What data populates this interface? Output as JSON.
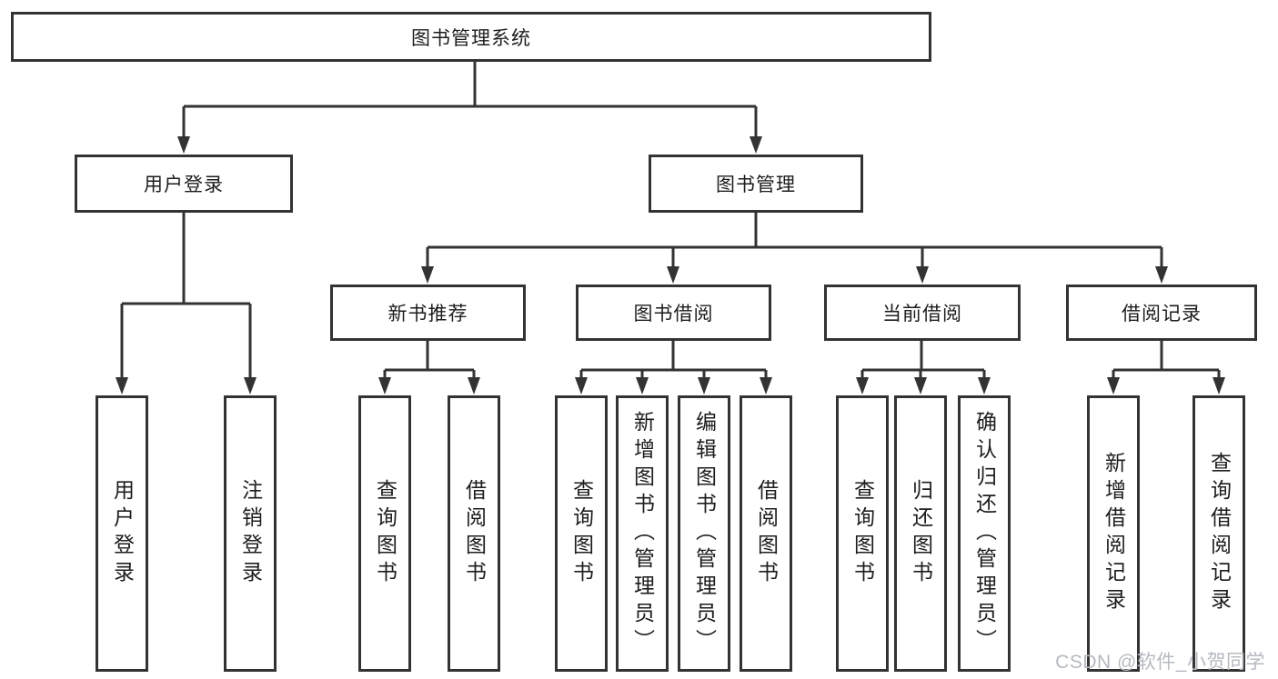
{
  "diagram": {
    "title": "图书管理系统",
    "watermark": "CSDN @软件_小贺同学",
    "colors": {
      "line": "#333333",
      "text": "#1d1d1f",
      "background": "#ffffff",
      "watermark_text": "#b5b9c0"
    },
    "tree": {
      "root": {
        "label": "图书管理系统"
      },
      "branches": [
        {
          "label": "用户登录",
          "children": [
            {
              "label": "用户登录"
            },
            {
              "label": "注销登录"
            }
          ]
        },
        {
          "label": "图书管理",
          "sections": [
            {
              "label": "新书推荐",
              "children": [
                {
                  "label": "查询图书"
                },
                {
                  "label": "借阅图书"
                }
              ]
            },
            {
              "label": "图书借阅",
              "children": [
                {
                  "label": "查询图书"
                },
                {
                  "label": "新增图书（管理员）"
                },
                {
                  "label": "编辑图书（管理员）"
                },
                {
                  "label": "借阅图书"
                }
              ]
            },
            {
              "label": "当前借阅",
              "children": [
                {
                  "label": "查询图书"
                },
                {
                  "label": "归还图书"
                },
                {
                  "label": "确认归还（管理员）"
                }
              ]
            },
            {
              "label": "借阅记录",
              "children": [
                {
                  "label": "新增借阅记录"
                },
                {
                  "label": "查询借阅记录"
                }
              ]
            }
          ]
        }
      ]
    }
  }
}
